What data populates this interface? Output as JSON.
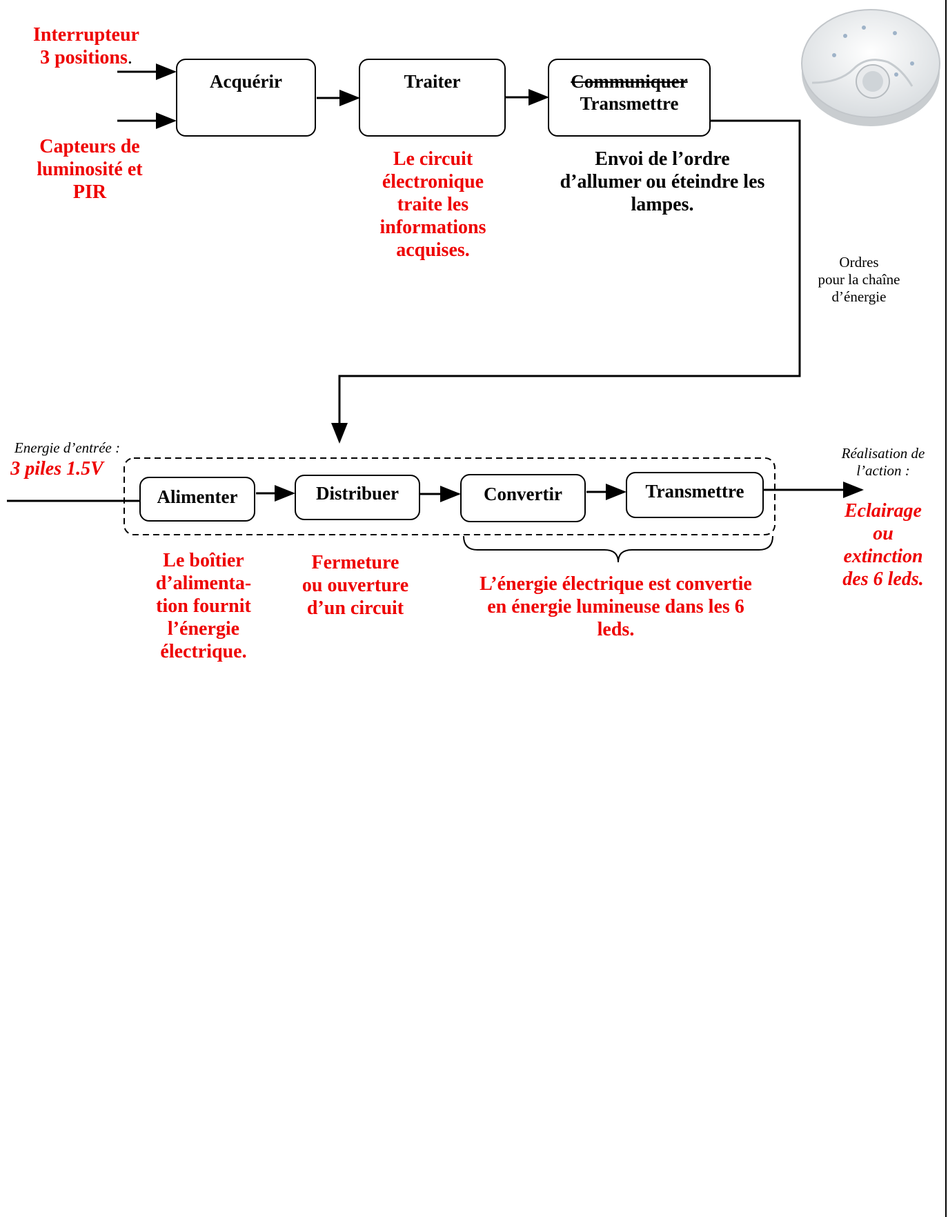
{
  "command_chain": {
    "inputs": {
      "switch": {
        "line1": "Interrupteur",
        "line2": "3 positions",
        "line2_suffix": "."
      },
      "sensors": [
        "Capteurs de",
        "luminosité et",
        "PIR"
      ]
    },
    "blocks": {
      "acquerir": "Acquérir",
      "traiter": "Traiter",
      "communiquer_struck": "Communiquer",
      "transmettre": "Transmettre"
    },
    "traiter_desc": [
      "Le circuit",
      "électronique",
      "traite les",
      "informations",
      "acquises."
    ],
    "transmettre_desc": [
      "Envoi de l’ordre",
      "d’allumer ou éteindre les",
      "lampes."
    ],
    "orders": [
      "Ordres",
      "pour la chaîne",
      "d’énergie"
    ]
  },
  "energy_chain": {
    "input": {
      "caption": "Energie d’entrée :",
      "value": "3 piles 1.5V"
    },
    "blocks": {
      "alimenter": "Alimenter",
      "distribuer": "Distribuer",
      "convertir": "Convertir",
      "transmettre": "Transmettre"
    },
    "alimenter_desc": [
      "Le boîtier",
      "d’alimenta-",
      "tion fournit",
      "l’énergie",
      "électrique."
    ],
    "distribuer_desc": [
      "Fermeture",
      "ou ouverture",
      "d’un circuit"
    ],
    "convert_desc": [
      "L’énergie électrique est convertie",
      "en énergie lumineuse dans les 6",
      "leds."
    ],
    "output": {
      "caption": [
        "Réalisation de",
        "l’action :"
      ],
      "result": [
        "Eclairage",
        "ou",
        "extinction",
        "des 6 leds."
      ]
    }
  },
  "colors": {
    "accent": "#ee0000",
    "line": "#000000"
  }
}
